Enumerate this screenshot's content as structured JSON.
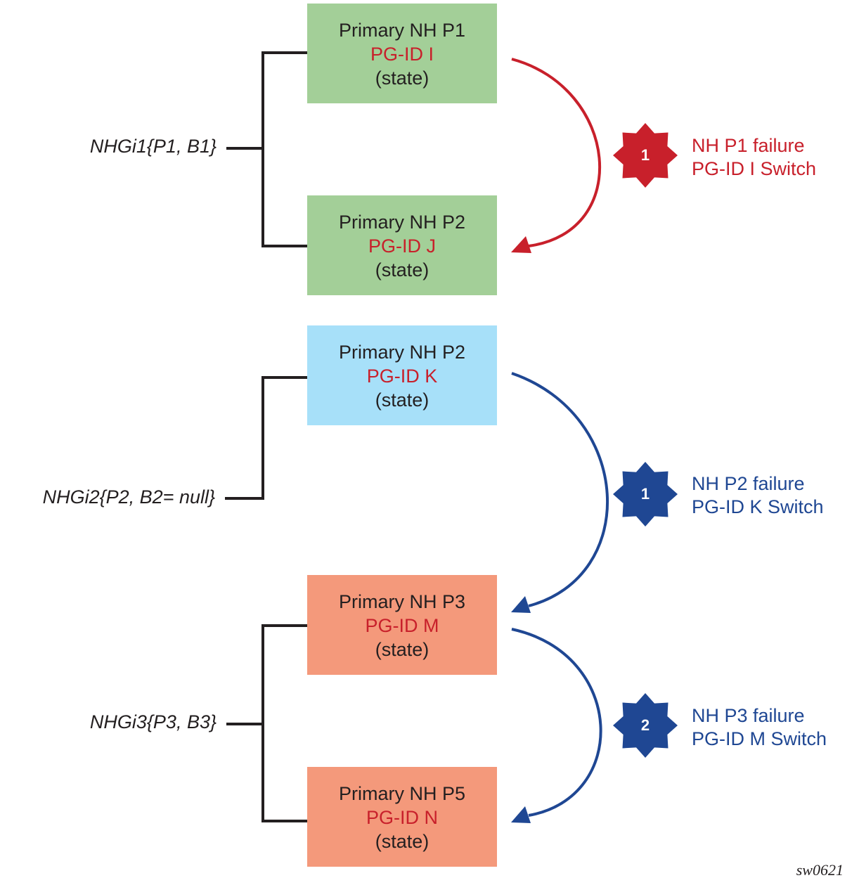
{
  "groups": [
    {
      "label": "NHGi1{P1, B1}"
    },
    {
      "label": "NHGi2{P2, B2= null}"
    },
    {
      "label": "NHGi3{P3, B3}"
    }
  ],
  "boxes": [
    {
      "title": "Primary NH P1",
      "pgid": "PG-ID I",
      "state": "(state)",
      "color": "#a3cf98"
    },
    {
      "title": "Primary NH P2",
      "pgid": "PG-ID J",
      "state": "(state)",
      "color": "#a3cf98"
    },
    {
      "title": "Primary NH P2",
      "pgid": "PG-ID K",
      "state": "(state)",
      "color": "#a7e0f9"
    },
    {
      "title": "Primary NH P3",
      "pgid": "PG-ID M",
      "state": "(state)",
      "color": "#f4997b"
    },
    {
      "title": "Primary NH P5",
      "pgid": "PG-ID N",
      "state": "(state)",
      "color": "#f4997b"
    }
  ],
  "events": [
    {
      "number": "1",
      "line1": "NH P1 failure",
      "line2": "PG-ID I Switch",
      "color": "#c8202b"
    },
    {
      "number": "1",
      "line1": "NH P2 failure",
      "line2": "PG-ID K Switch",
      "color": "#1f4793"
    },
    {
      "number": "2",
      "line1": "NH P3 failure",
      "line2": "PG-ID M Switch",
      "color": "#1f4793"
    }
  ],
  "figure_id": "sw0621"
}
